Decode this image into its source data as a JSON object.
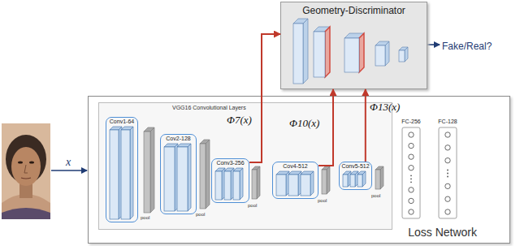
{
  "diagram": {
    "nodes": [
      {
        "text": [
          "Geometry-Discriminator"
        ]
      },
      {
        "text": [
          "Loss Network"
        ]
      },
      {
        "text": [
          "VGG16 Convolutional Layers"
        ],
        "in": 1
      },
      {
        "text": [
          "Conv1-64"
        ],
        "in": 2
      },
      {
        "text": [
          "Cov2-128"
        ],
        "in": 2
      },
      {
        "text": [
          "Conv3-256"
        ],
        "in": 2
      },
      {
        "text": [
          "Cov4-512"
        ],
        "in": 2
      },
      {
        "text": [
          "Conv5-512"
        ],
        "in": 2
      },
      {
        "text": [
          "FC-256"
        ],
        "in": 1
      },
      {
        "text": [
          "FC-128"
        ],
        "in": 1
      }
    ],
    "edges": [
      {
        "from": 5,
        "to": 0,
        "label": "Φ7(x)",
        "arrow": "to"
      },
      {
        "from": 6,
        "to": 0,
        "label": "Φ10(x)",
        "arrow": "to"
      },
      {
        "from": 7,
        "to": 0,
        "label": "Φ13(x)",
        "arrow": "to"
      }
    ],
    "labels": [
      "x",
      "Fake/Real?",
      "pool",
      "pool",
      "pool",
      "pool",
      "pool"
    ]
  }
}
